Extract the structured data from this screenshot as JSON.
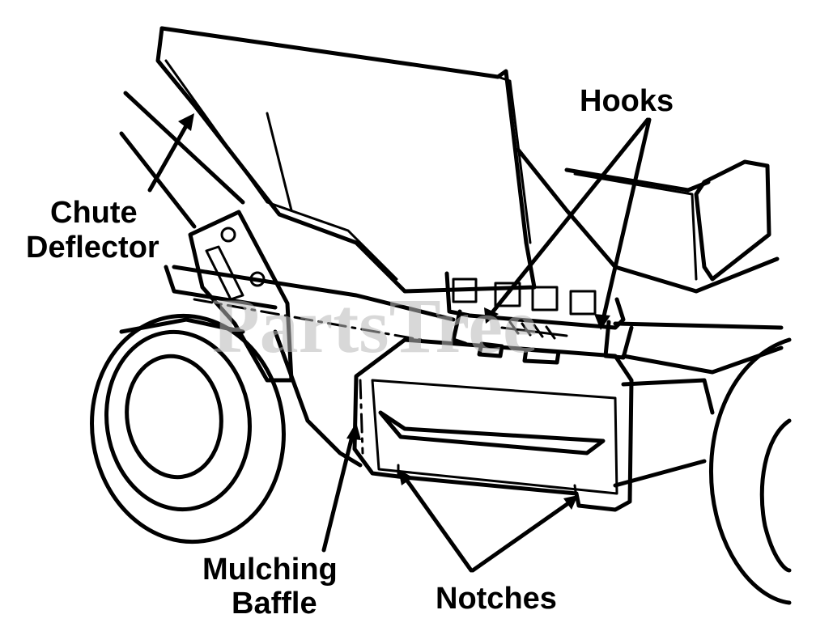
{
  "labels": {
    "chute_line1": "Chute",
    "chute_line2": "Deflector",
    "hooks": "Hooks",
    "mulching_line1": "Mulching",
    "mulching_line2": "Baffle",
    "notches": "Notches"
  },
  "watermark": "PartsTree",
  "colors": {
    "ink": "#000000",
    "paper": "#ffffff",
    "watermark": "#b9b9b9"
  }
}
